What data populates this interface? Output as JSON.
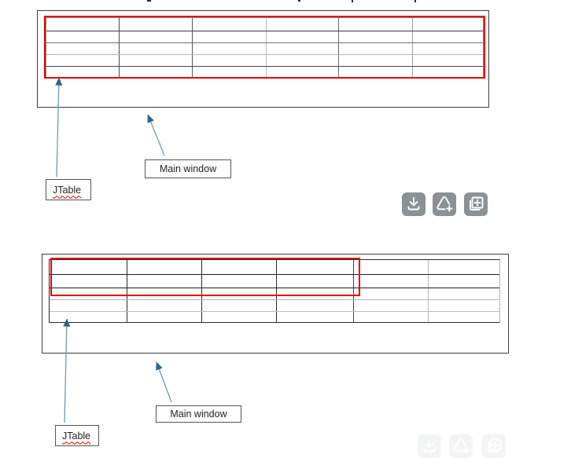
{
  "canvas": {
    "top_diagram": {
      "jtable_label": "JTable",
      "main_window_label": "Main window",
      "grid": {
        "rows": 5,
        "columns": 6
      }
    },
    "bottom_diagram": {
      "jtable_label": "JTable",
      "main_window_label": "Main window",
      "grid": {
        "rows": 5,
        "columns": 6
      }
    }
  },
  "toolbar": {
    "buttons": [
      {
        "name": "download",
        "icon": "download-icon"
      },
      {
        "name": "add-shape",
        "icon": "shape-plus-icon"
      },
      {
        "name": "add-copy",
        "icon": "layers-plus-icon"
      }
    ]
  },
  "faded_toolbar": {
    "buttons": [
      {
        "name": "download",
        "icon": "download-icon"
      },
      {
        "name": "add-shape",
        "icon": "shape-plus-icon"
      },
      {
        "name": "add-copy",
        "icon": "layers-plus-icon"
      }
    ]
  },
  "colors": {
    "highlight_red": "#e60000",
    "arrow_line_blue": "#6f9ab5",
    "arrowhead_blue": "#2f6486",
    "icon_button_bg": "#8b9196",
    "window_border": "#3d3d3d"
  }
}
